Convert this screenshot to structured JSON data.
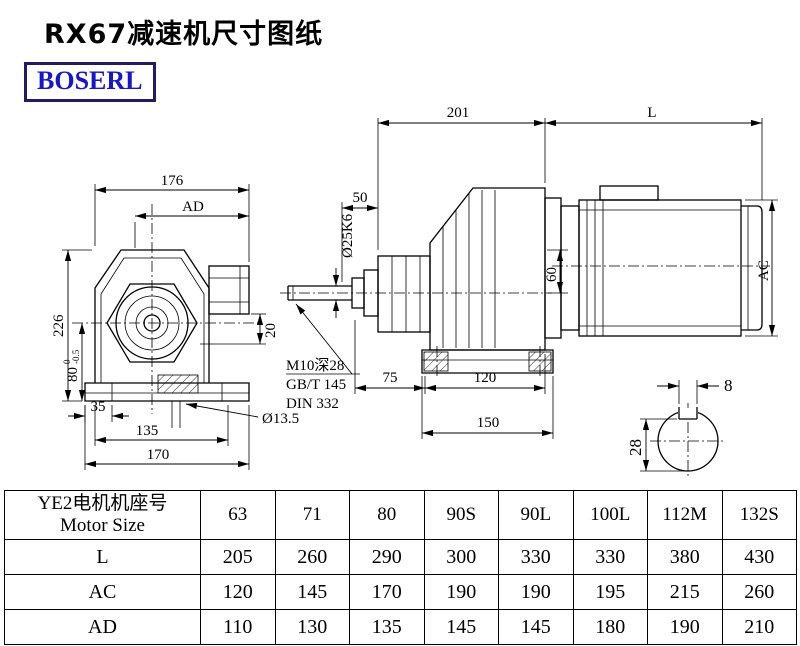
{
  "page": {
    "title": "RX67减速机尺寸图纸",
    "brand": "BOSERL"
  },
  "drawing": {
    "front": {
      "d176": "176",
      "dAD": "AD",
      "d226": "226",
      "d80": "80",
      "d80_tol_upper": "0",
      "d80_tol_lower": "-0.5",
      "d20": "20",
      "d35": "35",
      "d135": "135",
      "d170": "170",
      "d13_5": "Ø13.5"
    },
    "side": {
      "d201": "201",
      "dL": "L",
      "d50": "50",
      "shaft_dia": "Ø25K6",
      "d60": "60",
      "dAC": "AC",
      "thread": "M10深28",
      "std_gb": "GB/T 145",
      "std_din": "DIN 332",
      "d75": "75",
      "d120": "120",
      "d150": "150"
    },
    "section": {
      "d8": "8",
      "d28": "28"
    }
  },
  "table": {
    "header": {
      "line1": "YE2电机机座号",
      "line2": "Motor Size"
    },
    "sizes": [
      "63",
      "71",
      "80",
      "90S",
      "90L",
      "100L",
      "112M",
      "132S"
    ],
    "rows": [
      {
        "label": "L",
        "values": [
          "205",
          "260",
          "290",
          "300",
          "330",
          "330",
          "380",
          "430"
        ]
      },
      {
        "label": "AC",
        "values": [
          "120",
          "145",
          "170",
          "190",
          "190",
          "195",
          "215",
          "260"
        ]
      },
      {
        "label": "AD",
        "values": [
          "110",
          "130",
          "135",
          "145",
          "145",
          "180",
          "190",
          "210"
        ]
      }
    ]
  },
  "colors": {
    "brand_blue": "#1616cc",
    "border_navy": "#241b66",
    "line": "#000000"
  }
}
